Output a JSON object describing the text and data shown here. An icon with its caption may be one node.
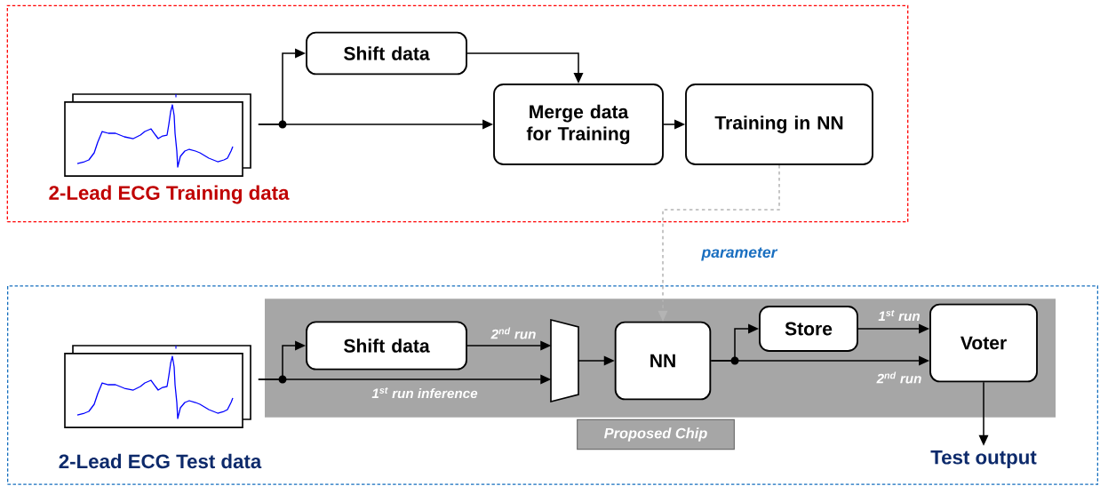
{
  "diagram": {
    "nodes": [
      {
        "text": [],
        "shape": "box"
      },
      {
        "text": [],
        "shape": "picture",
        "in": 0,
        "beside": [
          "2-Lead ECG Training data"
        ]
      },
      {
        "text": [
          "Shift data"
        ],
        "in": 0
      },
      {
        "text": [
          "Merge data for Training"
        ],
        "in": 0
      },
      {
        "text": [
          "Training in NN"
        ],
        "in": 0
      },
      {
        "text": [],
        "shape": "box"
      },
      {
        "text": [],
        "shape": "picture",
        "in": 5,
        "beside": [
          "2-Lead ECG Test data"
        ]
      },
      {
        "text": [],
        "shape": "box",
        "in": 5
      },
      {
        "text": [
          "Shift data"
        ],
        "in": 7
      },
      {
        "text": [],
        "shape": "trapezoid",
        "in": 7
      },
      {
        "text": [
          "NN"
        ],
        "in": 7
      },
      {
        "text": [
          "Store"
        ],
        "in": 7
      },
      {
        "text": [
          "Voter"
        ],
        "in": 7
      },
      {
        "text": [
          "Proposed Chip"
        ],
        "in": 5
      },
      {
        "text": [
          "Test output"
        ],
        "in": 5
      }
    ],
    "edges": [
      {
        "from": 1,
        "to": 2,
        "arrow": "to"
      },
      {
        "from": 1,
        "to": 3,
        "arrow": "to"
      },
      {
        "from": 2,
        "to": 3,
        "arrow": "to"
      },
      {
        "from": 3,
        "to": 4,
        "arrow": "to"
      },
      {
        "from": 4,
        "to": 10,
        "arrow": "to",
        "style": "dashed",
        "color": "#b4b4b4",
        "label": "parameter"
      },
      {
        "from": 6,
        "to": 8,
        "arrow": "to"
      },
      {
        "from": 6,
        "to": 9,
        "arrow": "to",
        "label": "1$^{st}$ run inference"
      },
      {
        "from": 8,
        "to": 9,
        "arrow": "to",
        "label": "2$^{nd}$ run"
      },
      {
        "from": 9,
        "to": 10,
        "arrow": "to"
      },
      {
        "from": 10,
        "to": 11,
        "arrow": "to"
      },
      {
        "from": 10,
        "to": 12,
        "arrow": "to",
        "label": "2$^{nd}$ run"
      },
      {
        "from": 11,
        "to": 12,
        "arrow": "to",
        "label": "1$^{st}$ run"
      },
      {
        "from": 12,
        "to": 14,
        "arrow": "to"
      }
    ]
  }
}
